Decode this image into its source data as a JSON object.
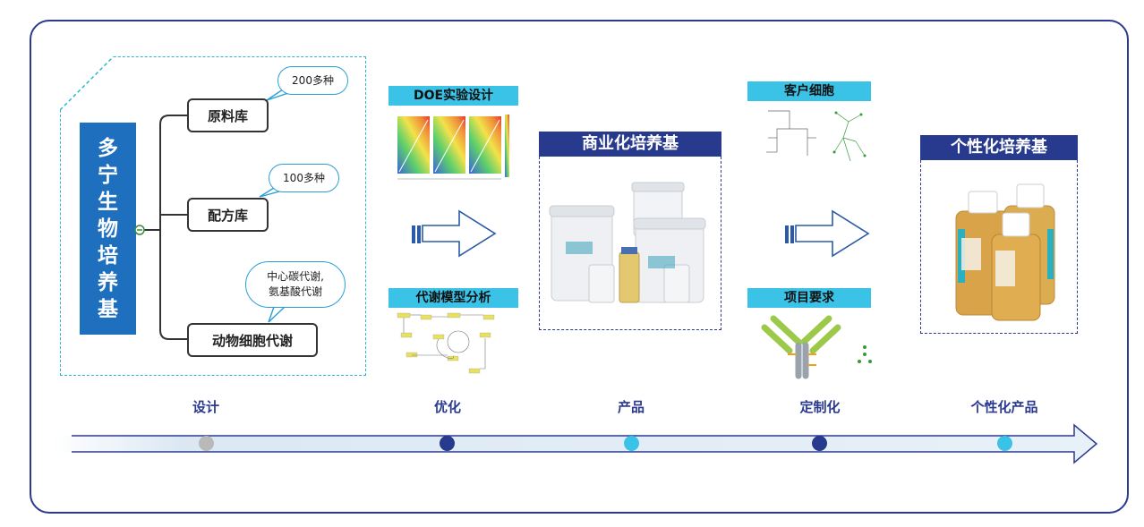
{
  "design": {
    "title": "多宁生物培养基",
    "branches": [
      {
        "label": "原料库",
        "bubble": "200多种"
      },
      {
        "label": "配方库",
        "bubble": "100多种"
      },
      {
        "label": "动物细胞代谢",
        "bubble": "中心碳代谢,\n氨基酸代谢"
      }
    ]
  },
  "optimize": {
    "doe_label": "DOE实验设计",
    "metabolic_label": "代谢模型分析"
  },
  "product": {
    "title": "商业化培养基"
  },
  "customize": {
    "client_label": "客户细胞",
    "project_label": "项目要求"
  },
  "personal": {
    "title": "个性化培养基"
  },
  "timeline": {
    "stages": [
      "设计",
      "优化",
      "产品",
      "定制化",
      "个性化产品"
    ],
    "dot_colors": [
      "#b9b9b9",
      "#283a8e",
      "#3ac3e7",
      "#283a8e",
      "#3ac3e7"
    ]
  },
  "colors": {
    "navy": "#283a8e",
    "cyan": "#3ac3e7",
    "blue": "#1f6fbf"
  }
}
